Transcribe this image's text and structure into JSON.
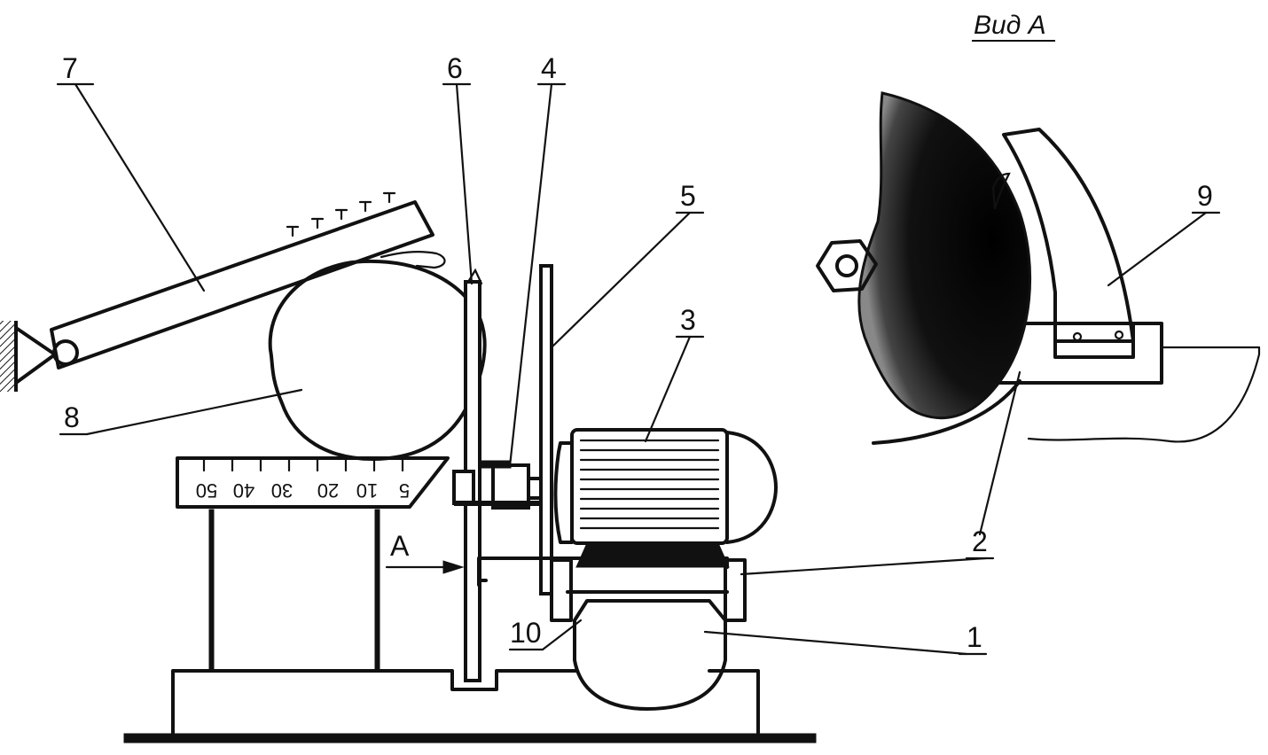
{
  "view_title": "Вид А",
  "arrow_label": "А",
  "callouts": [
    "1",
    "2",
    "3",
    "4",
    "5",
    "6",
    "7",
    "8",
    "9",
    "10",
    "2"
  ],
  "scale_ticks": [
    "50",
    "40",
    "30",
    "20",
    "10",
    "5"
  ]
}
